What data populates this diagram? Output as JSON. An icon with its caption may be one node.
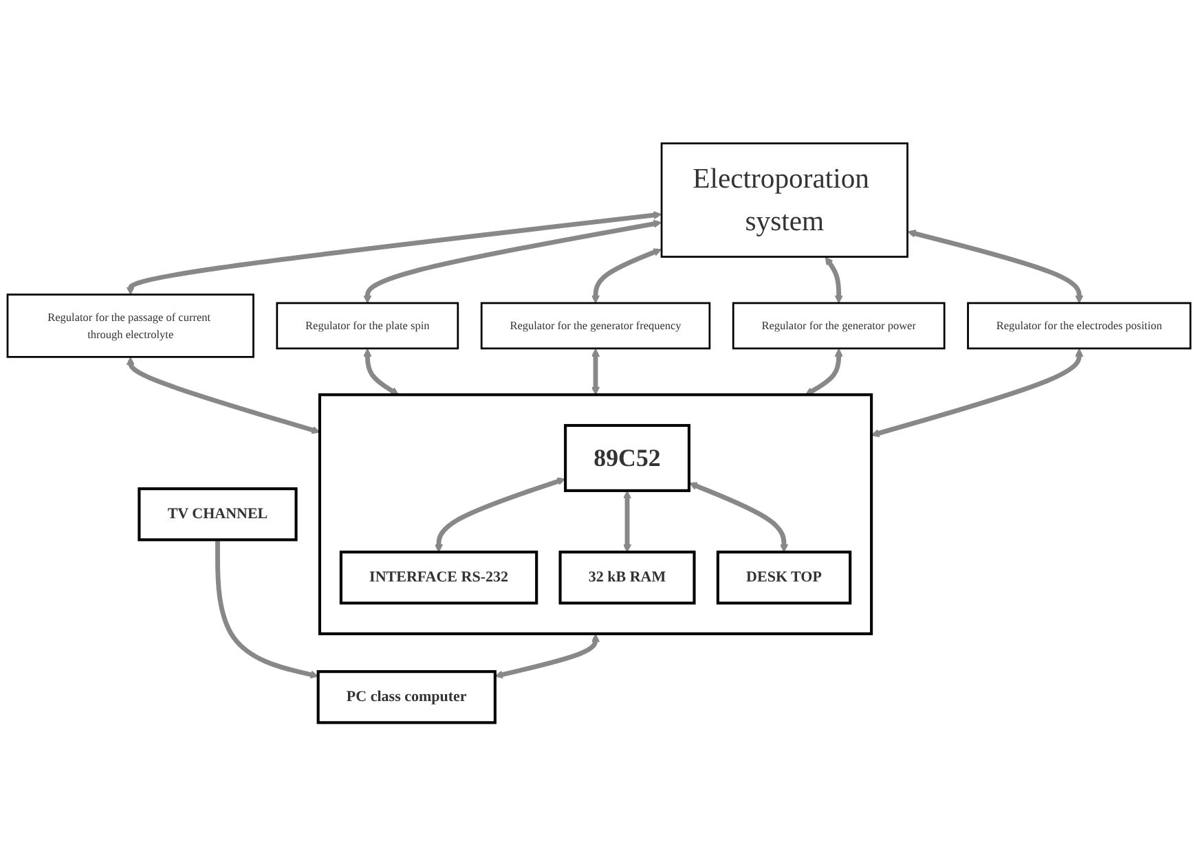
{
  "diagram": {
    "nodes": [
      {
        "text": [
          "Electroporation system"
        ]
      },
      {
        "text": [
          "TV CHANNEL"
        ]
      },
      {
        "text": [
          "Regulator for the passage of current through electrolyte"
        ]
      },
      {
        "text": [
          "Regulator for the plate spin"
        ]
      },
      {
        "text": [
          "Regulator for the generator frequency"
        ]
      },
      {
        "text": [
          "Regulator for the generator power"
        ]
      },
      {
        "text": [
          "Regulator for the electrodes position"
        ]
      },
      {
        "text": [],
        "shape": "box"
      },
      {
        "text": [
          "89C52"
        ],
        "in": 7
      },
      {
        "text": [
          "INTERFACE RS-232"
        ],
        "in": 7
      },
      {
        "text": [
          "32 kB RAM"
        ],
        "in": 7
      },
      {
        "text": [
          "DESK TOP"
        ],
        "in": 7
      },
      {
        "text": [
          "PC class computer"
        ]
      }
    ],
    "edges": [
      {
        "from": 0,
        "to": 2,
        "arrow": "both"
      },
      {
        "from": 0,
        "to": 3,
        "arrow": "both"
      },
      {
        "from": 0,
        "to": 4,
        "arrow": "both"
      },
      {
        "from": 0,
        "to": 5,
        "arrow": "both"
      },
      {
        "from": 0,
        "to": 6,
        "arrow": "both"
      },
      {
        "from": 2,
        "to": 7,
        "arrow": "both"
      },
      {
        "from": 3,
        "to": 7,
        "arrow": "both"
      },
      {
        "from": 4,
        "to": 7,
        "arrow": "both"
      },
      {
        "from": 5,
        "to": 7,
        "arrow": "both"
      },
      {
        "from": 6,
        "to": 7,
        "arrow": "both"
      },
      {
        "from": 8,
        "to": 9,
        "arrow": "both"
      },
      {
        "from": 8,
        "to": 10,
        "arrow": "both"
      },
      {
        "from": 8,
        "to": 11,
        "arrow": "both"
      },
      {
        "from": 7,
        "to": 12,
        "arrow": "both"
      },
      {
        "from": 1,
        "to": 12,
        "arrow": "to"
      }
    ]
  }
}
